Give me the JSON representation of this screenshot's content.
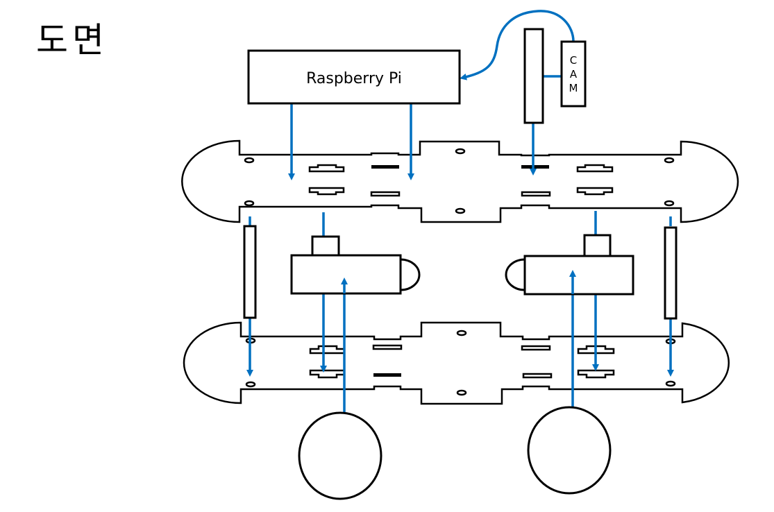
{
  "title": "도면",
  "components": {
    "controller": {
      "label": "Raspberry Pi"
    },
    "camera": {
      "label_chars": [
        "C",
        "A",
        "M"
      ]
    },
    "camera_board": {
      "label": ""
    },
    "left_motor": {
      "label": ""
    },
    "right_motor": {
      "label": ""
    },
    "left_wheel": {
      "label": ""
    },
    "right_wheel": {
      "label": ""
    },
    "left_side_bar": {
      "label": ""
    },
    "right_side_bar": {
      "label": ""
    }
  },
  "colors": {
    "wire": "#0070c0",
    "outline": "#000000",
    "background": "#ffffff"
  }
}
